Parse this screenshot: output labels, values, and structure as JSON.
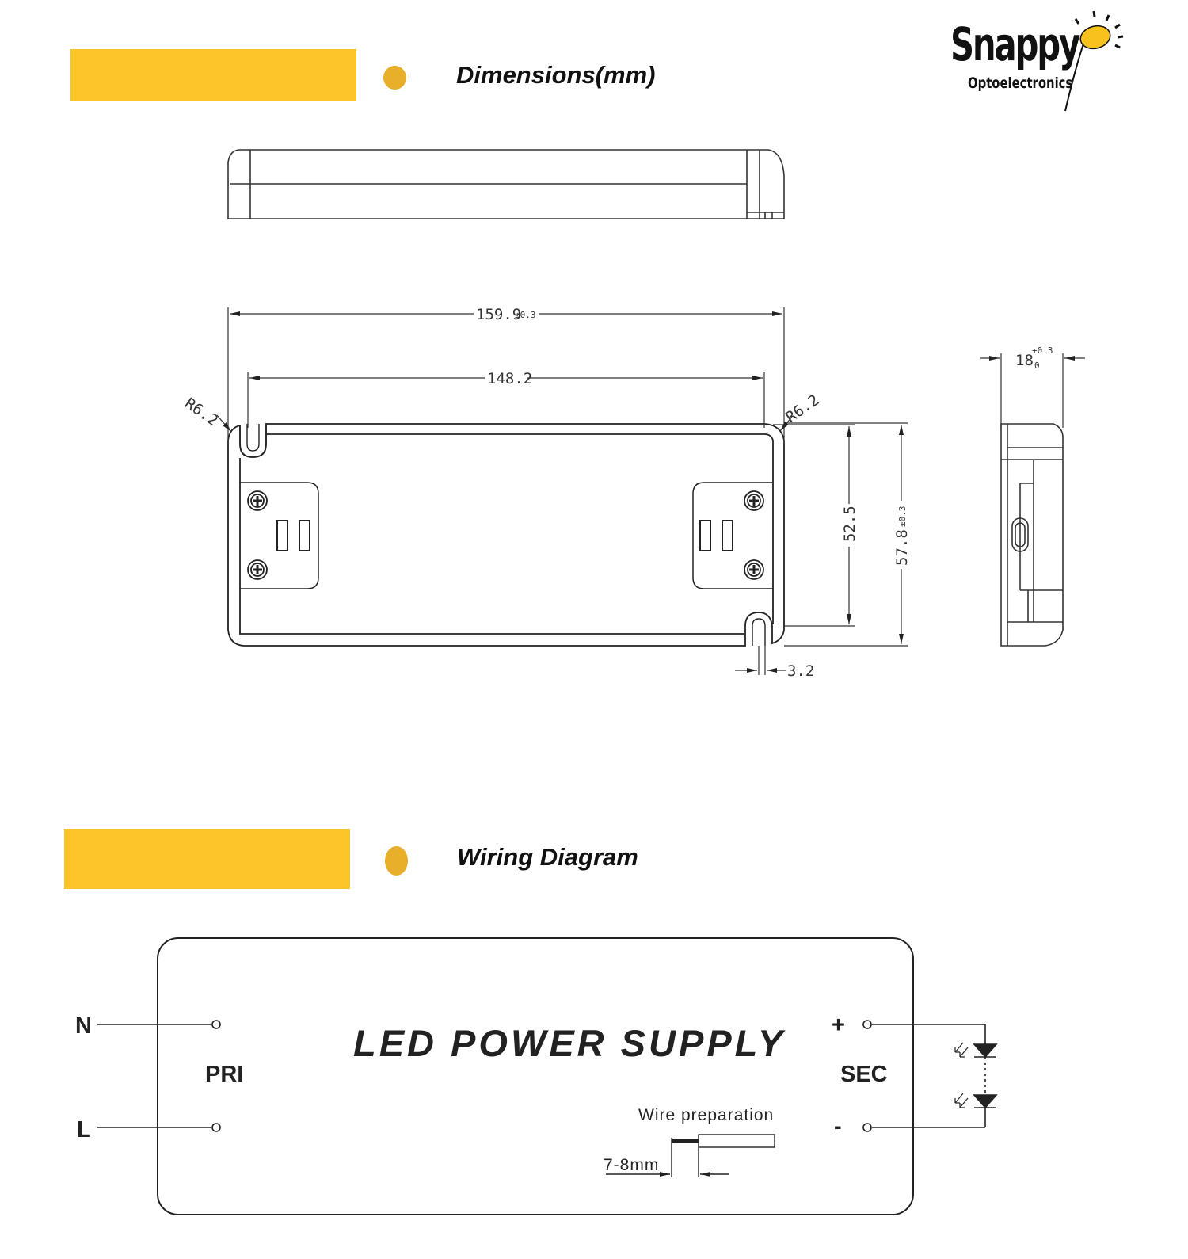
{
  "colors": {
    "accent_bar": "#fcc62b",
    "accent_dot": "#e8b02a",
    "line": "#222222"
  },
  "brand": {
    "name": "Snappy",
    "subtitle": "Optoelectronics",
    "icon": "sun-flower-logo-icon"
  },
  "sections": {
    "dimensions": {
      "title": "Dimensions(mm)"
    },
    "wiring": {
      "title": "Wiring Diagram"
    }
  },
  "dimensions": {
    "overall_length": "159.9",
    "overall_length_tol": "±0.3",
    "hole_spacing": "148.2",
    "corner_radius_left": "R6.2",
    "corner_radius_right": "R6.2",
    "inner_height": "52.5",
    "overall_width": "57.8",
    "overall_width_tol": "±0.3",
    "slot_width": "3.2",
    "thickness": "18",
    "thickness_tol_upper": "+0.3",
    "thickness_tol_lower": "0"
  },
  "wiring": {
    "device_title": "LED POWER SUPPLY",
    "primary_label": "PRI",
    "secondary_label": "SEC",
    "input_n": "N",
    "input_l": "L",
    "output_plus": "+",
    "output_minus": "-",
    "wire_prep_label": "Wire preparation",
    "strip_length": "7-8mm"
  }
}
